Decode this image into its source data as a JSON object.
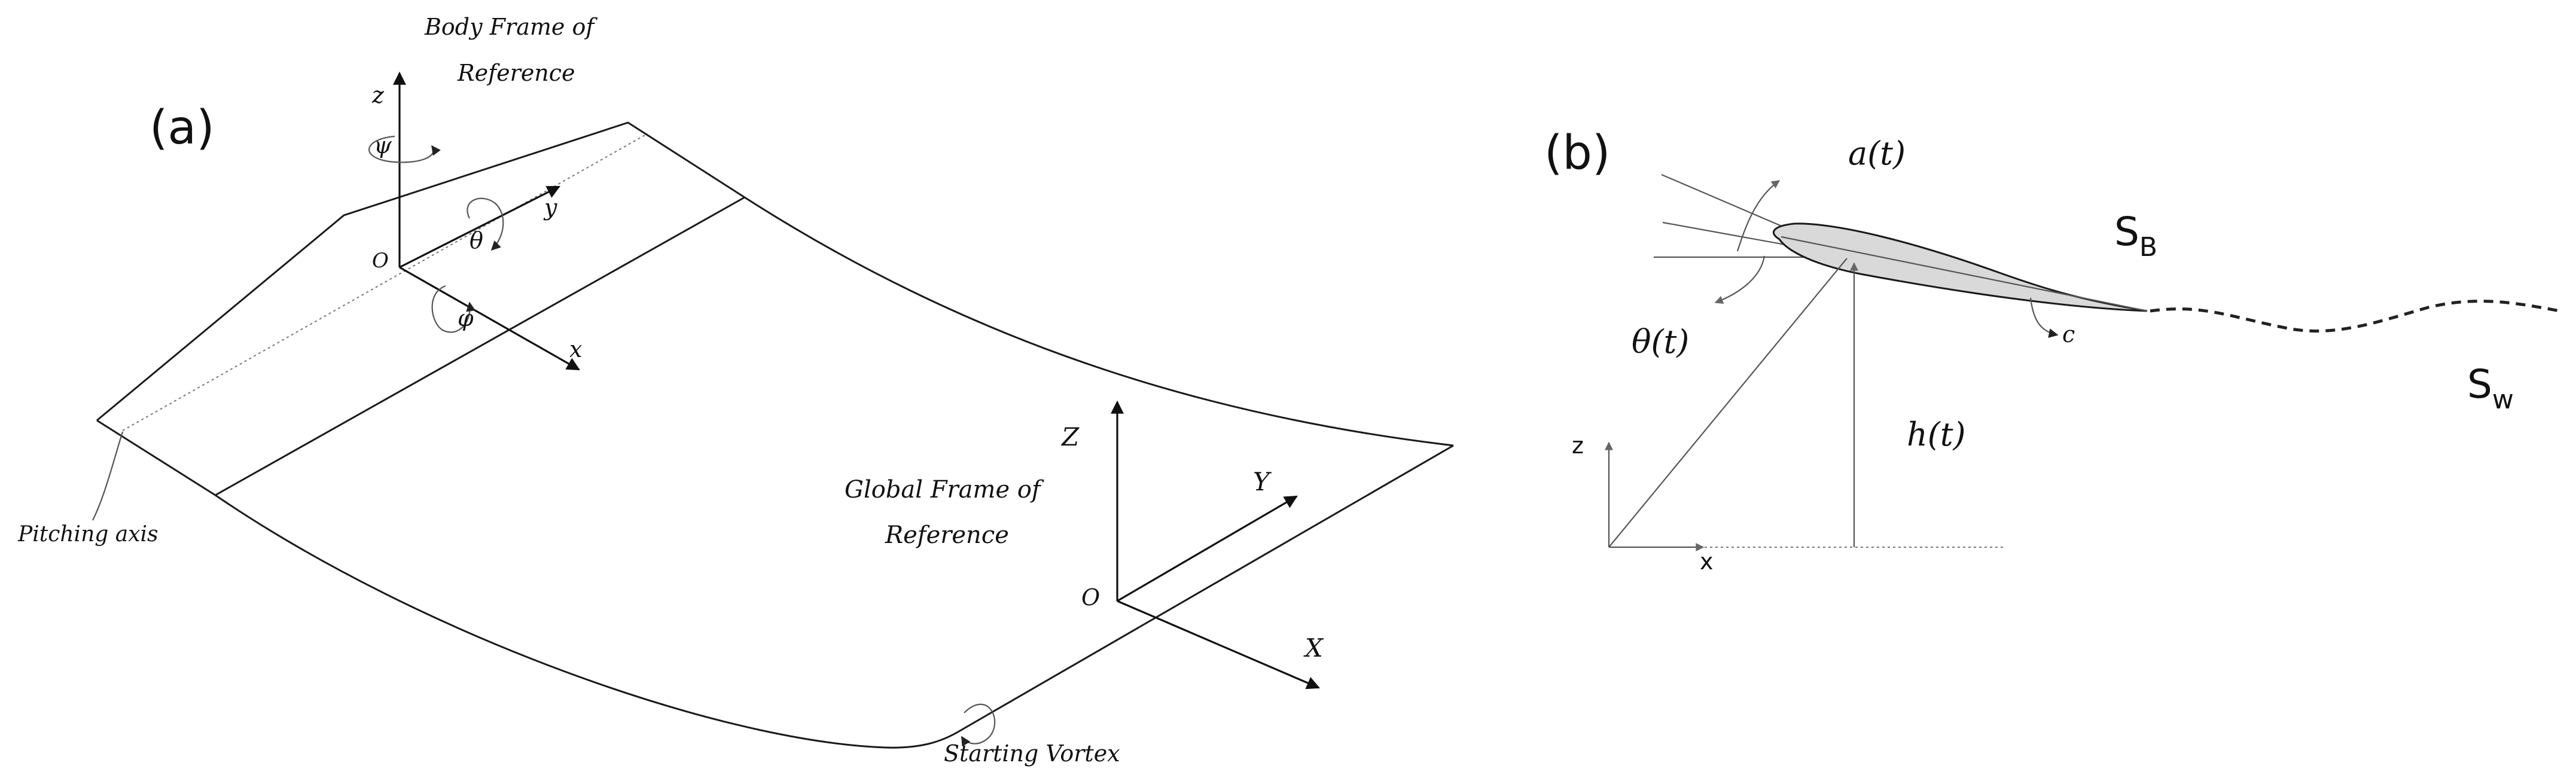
{
  "panel_a": {
    "label": "(a)",
    "body_frame_line1": "Body Frame of",
    "body_frame_line2": "Reference",
    "global_frame_line1": "Global Frame of",
    "global_frame_line2": "Reference",
    "pitching_axis": "Pitching axis",
    "starting_vortex": "Starting Vortex",
    "body_axes": {
      "z": "z",
      "y": "y",
      "x": "x",
      "origin": "O",
      "psi": "ψ",
      "theta": "θ",
      "phi": "φ"
    },
    "global_axes": {
      "z": "Z",
      "y": "Y",
      "x": "X",
      "origin": "O"
    }
  },
  "panel_b": {
    "label": "(b)",
    "alpha": "a(t)",
    "theta": "θ(t)",
    "h": "h(t)",
    "chord": "c",
    "body_surface": {
      "base": "S",
      "sub": "B"
    },
    "wake_surface": {
      "base": "S",
      "sub": "w"
    },
    "axes": {
      "z": "z",
      "x": "x"
    }
  }
}
